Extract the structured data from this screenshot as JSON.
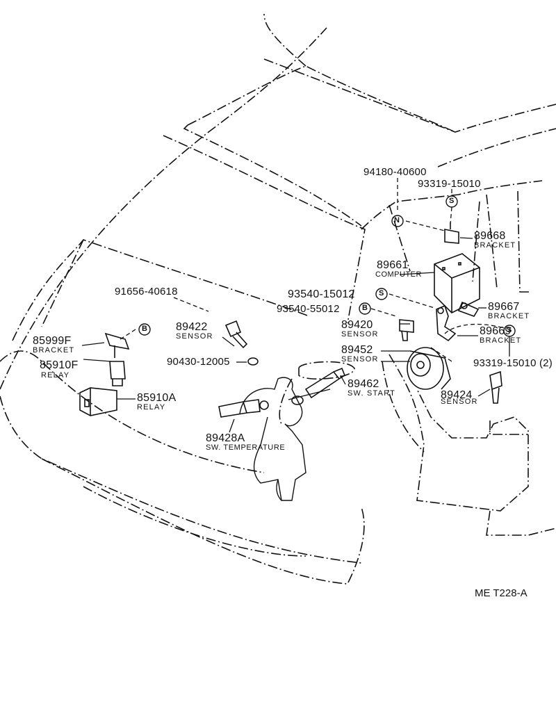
{
  "diagram_code": "ME T228-A",
  "symbols": {
    "n": "N",
    "s": "S",
    "b": "B"
  },
  "parts": {
    "p94180": "94180-40600",
    "p93319a": "93319-15010",
    "p89668": {
      "number": "89668",
      "name": "BRACKET"
    },
    "p89661": {
      "number": "89661",
      "name": "COMPUTER"
    },
    "p93540a": "93540-15012",
    "p89667": {
      "number": "89667",
      "name": "BRACKET"
    },
    "p93540b": "93540-55012",
    "p89420": {
      "number": "89420",
      "name": "SENSOR"
    },
    "p89669": {
      "number": "89669",
      "name": "BRACKET"
    },
    "p89452": {
      "number": "89452",
      "name": "SENSOR"
    },
    "p93319b": "93319-15010 (2)",
    "p89462": {
      "number": "89462",
      "name": "SW. START"
    },
    "p89424": {
      "number": "89424",
      "name": "SENSOR"
    },
    "p91656": "91656-40618",
    "p89422": {
      "number": "89422",
      "name": "SENSOR"
    },
    "p85999": {
      "number": "85999F",
      "name": "BRACKET"
    },
    "p90430": "90430-12005",
    "p85910f": {
      "number": "85910F",
      "name": "RELAY"
    },
    "p85910a": {
      "number": "85910A",
      "name": "RELAY"
    },
    "p89428": {
      "number": "89428A",
      "name": "SW. TEMPERATURE"
    }
  }
}
